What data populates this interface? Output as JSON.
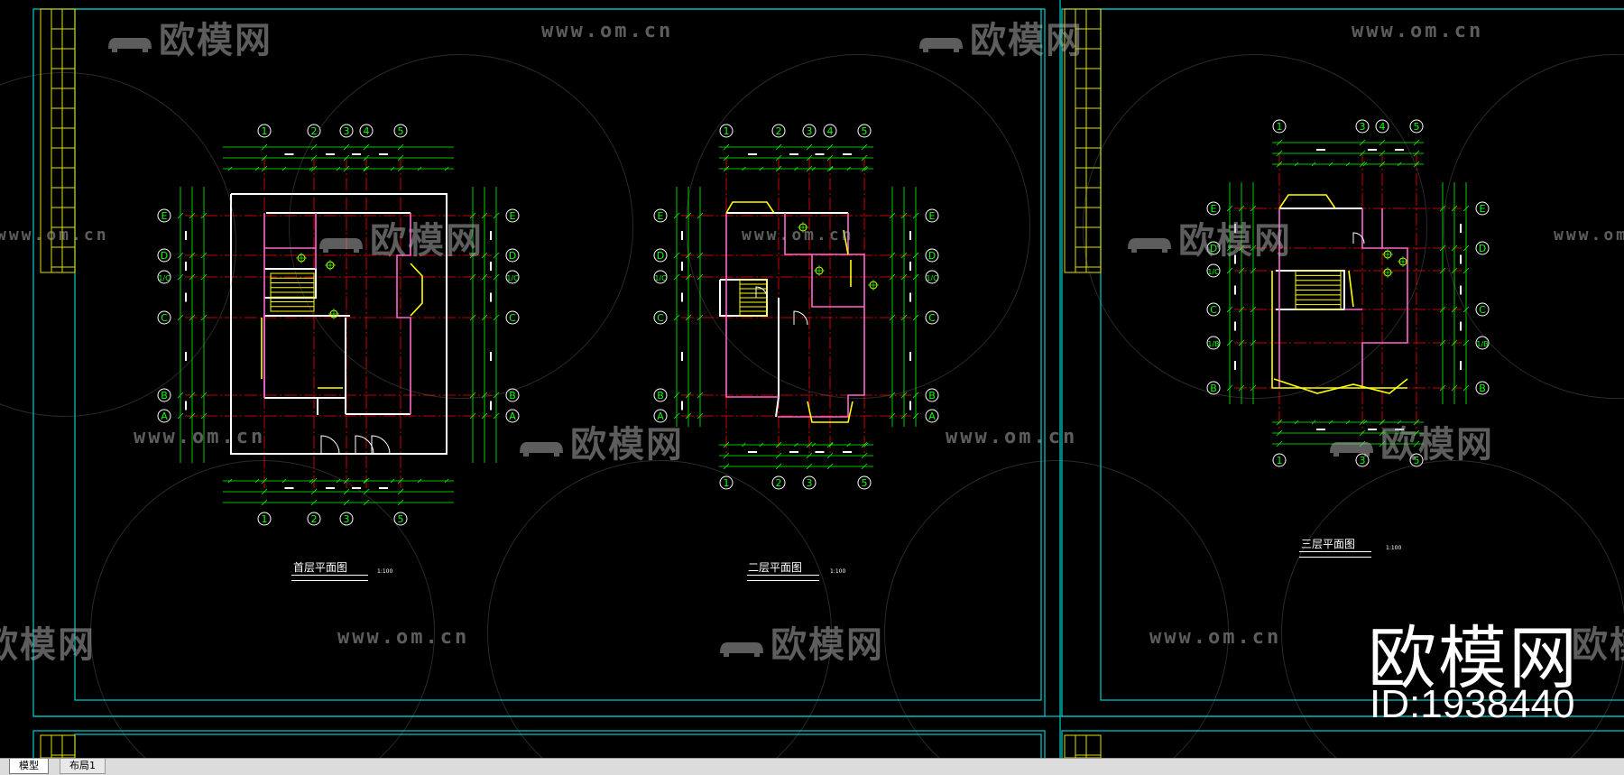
{
  "drawings": {
    "plan1": {
      "title": "首层平面图",
      "scale": "1:100"
    },
    "plan2": {
      "title": "二层平面图",
      "scale": "1:100"
    },
    "plan3": {
      "title": "三层平面图",
      "scale": "1:100"
    }
  },
  "axis_labels": {
    "columns": [
      "1",
      "2",
      "3",
      "4",
      "5"
    ],
    "rows": [
      "A",
      "B",
      "C",
      "D",
      "E"
    ],
    "row_plan1_extra": "1/C",
    "row_plan3_extra": "1/B"
  },
  "watermark": {
    "logo_text": "欧模网",
    "url_text": "www.om.cn",
    "brand_big": "欧模网",
    "brand_id": "ID:1938440"
  },
  "tabs": [
    {
      "label": "模型",
      "active": true
    },
    {
      "label": "布局1",
      "active": false
    }
  ],
  "colors": {
    "background": "#000000",
    "frame_cyan": "#00c8c8",
    "wall_white": "#ffffff",
    "dim_green": "#00ff00",
    "axis_red": "#ff0000",
    "door_yellow": "#ffff00",
    "wall_magenta": "#ff66cc"
  }
}
